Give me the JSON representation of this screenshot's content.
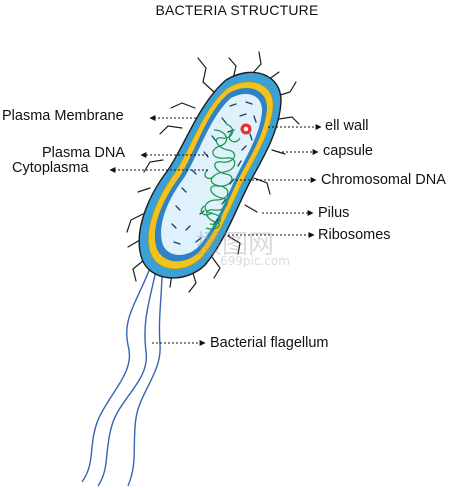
{
  "title": "BACTERIA STRUCTURE",
  "labels": {
    "plasma_membrane": "Plasma Membrane",
    "plasma_dna": "Plasma DNA",
    "cytoplasma": "Cytoplasma",
    "cell_wall": "ell wall",
    "capsule": "capsule",
    "chromosomal_dna": "Chromosomal DNA",
    "pilus": "Pilus",
    "ribosomes": "Ribosomes",
    "flagellum": "Bacterial flagellum"
  },
  "watermark": {
    "brand": "摄图网",
    "url": "699pic.com"
  },
  "colors": {
    "capsule": "#3aa0d6",
    "cell_wall": "#f3c21d",
    "membrane": "#2f82c4",
    "cytoplasm": "#dff1fb",
    "dna": "#1f9a52",
    "plasmid": "#e8332a",
    "flagella": "#3466b2",
    "outline": "#1b1b1b"
  }
}
